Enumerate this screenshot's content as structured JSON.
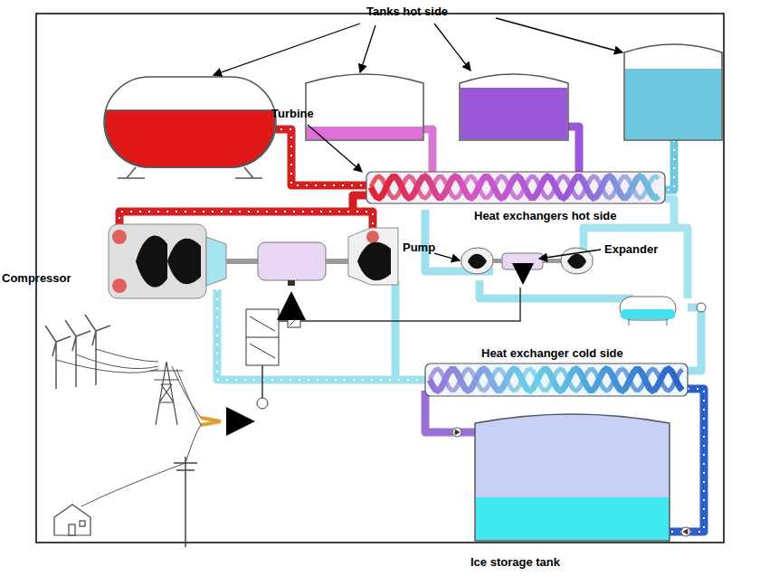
{
  "diagram": {
    "labels": [
      "Tanks hot side",
      "Turbine",
      "Compressor",
      "Pump",
      "Expander",
      "Heat exchangers hot side",
      "Heat exchanger cold side",
      "Ice storage tank"
    ]
  }
}
